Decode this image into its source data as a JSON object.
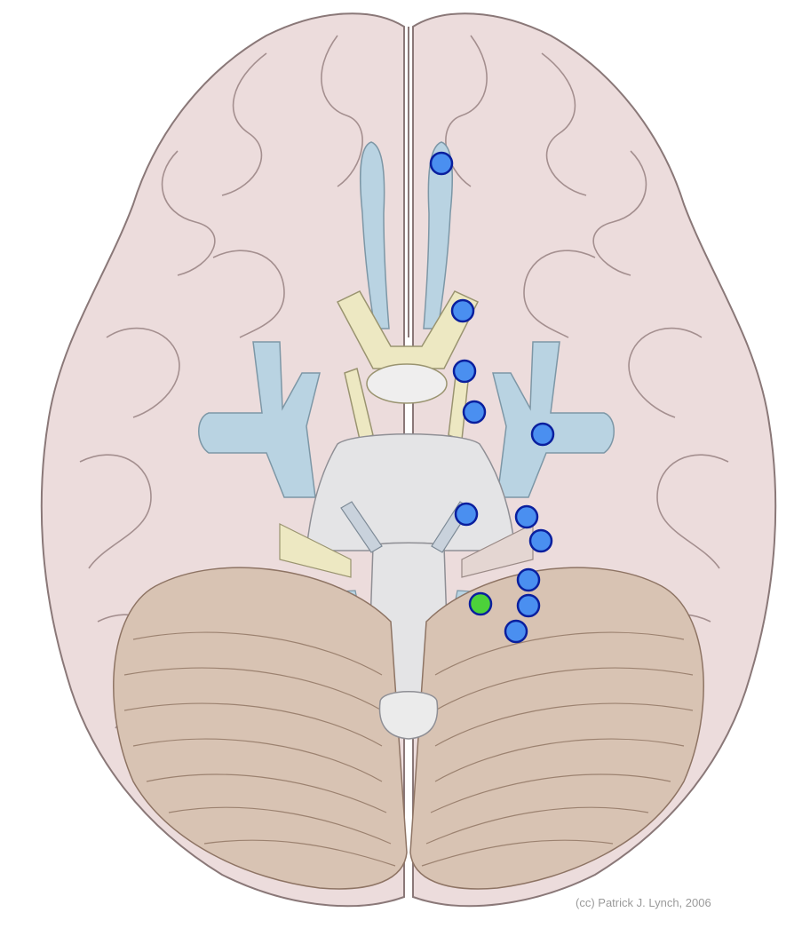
{
  "figure": {
    "credit": "(cc) Patrick J. Lynch, 2006"
  },
  "colors": {
    "cerebrum_fill": "#ecdcdc",
    "cerebrum_stroke": "#8a7878",
    "cerebellum_fill": "#d8c3b3",
    "cerebellum_stroke": "#8e7464",
    "brainstem_fill": "#e4e4e6",
    "nerve_yellow": "#ede8c2",
    "vessel_blue": "#b9d3e2",
    "marker_blue": "#4a8ff0",
    "marker_green": "#4cd13a",
    "marker_stroke": "#0a1f9e"
  },
  "markers": [
    {
      "id": "marker-1",
      "color": "blue"
    },
    {
      "id": "marker-2",
      "color": "blue"
    },
    {
      "id": "marker-3",
      "color": "blue"
    },
    {
      "id": "marker-4",
      "color": "blue"
    },
    {
      "id": "marker-5",
      "color": "blue"
    },
    {
      "id": "marker-6",
      "color": "blue"
    },
    {
      "id": "marker-7",
      "color": "blue"
    },
    {
      "id": "marker-8",
      "color": "blue"
    },
    {
      "id": "marker-9",
      "color": "blue"
    },
    {
      "id": "marker-10",
      "color": "blue"
    },
    {
      "id": "marker-11",
      "color": "blue"
    },
    {
      "id": "marker-12",
      "color": "green"
    }
  ]
}
